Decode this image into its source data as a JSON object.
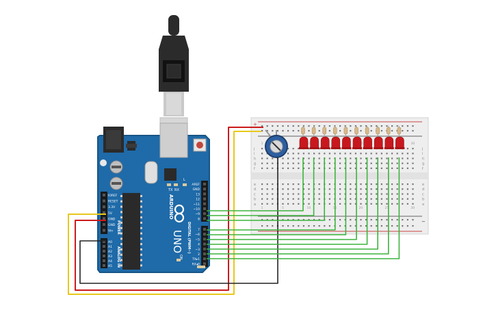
{
  "arduino": {
    "brand": "ARDUINO",
    "model": "UNO",
    "power_header_label": "POWER",
    "analog_header_label": "ANALOG IN",
    "digital_header_label": "DIGITAL (PWM~)",
    "tx_led": "TX",
    "rx_led": "RX",
    "l_led": "L",
    "on_led": "ON",
    "power_pins": [
      "IOREF",
      "RESET",
      "3.3V",
      "5V",
      "GND",
      "GND",
      "Vin"
    ],
    "analog_pins": [
      "A0",
      "A1",
      "A2",
      "A3",
      "A4",
      "A5"
    ],
    "digital_pins_top": [
      "AREF",
      "GND",
      "13",
      "12",
      "~11",
      "~10",
      "~9",
      "8"
    ],
    "digital_pins_bottom": [
      "7",
      "~6",
      "~5",
      "4",
      "~3",
      "2",
      "TX▸1",
      "RX◂0"
    ]
  },
  "breadboard": {
    "row_letters_top": [
      "j",
      "i",
      "h",
      "g",
      "f"
    ],
    "row_letters_bottom": [
      "e",
      "d",
      "c",
      "b",
      "a"
    ],
    "column_numbers": [
      "1",
      "5",
      "10",
      "15",
      "20",
      "25",
      "30"
    ],
    "rail_plus": "+",
    "rail_minus": "−"
  },
  "components": {
    "led_count": 10,
    "led_color": "#c8181e",
    "resistor_color": "#d9b98a",
    "potentiometer_color": "#2e5fa0"
  },
  "wire_colors": {
    "signal": "#3cb43c",
    "power": "#cc1a1a",
    "ground": "#222222",
    "wiper": "#e8c81a"
  },
  "colors": {
    "board": "#1f6aa8",
    "board_edge": "#175585",
    "breadboard": "#eeeeee",
    "usb_cable": "#2b2b2b"
  }
}
